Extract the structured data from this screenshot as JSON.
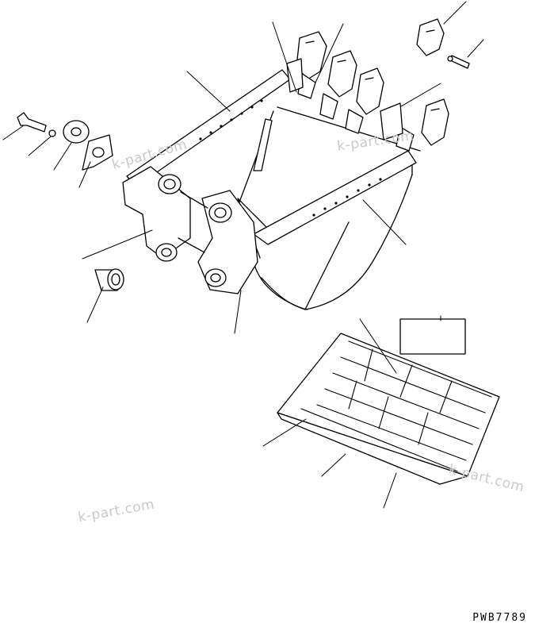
{
  "diagram": {
    "subject": "excavator bucket with teeth, adapters, side cutters, link pins and wear plates (exploded parts view)",
    "line_color": "#000000",
    "background": "#ffffff",
    "watermark_color": "#c9c9c9",
    "drawing_code": "PWB7789"
  },
  "watermarks": [
    "k-part.com",
    "k-part.com",
    "k-part.com",
    "k-part.com"
  ]
}
